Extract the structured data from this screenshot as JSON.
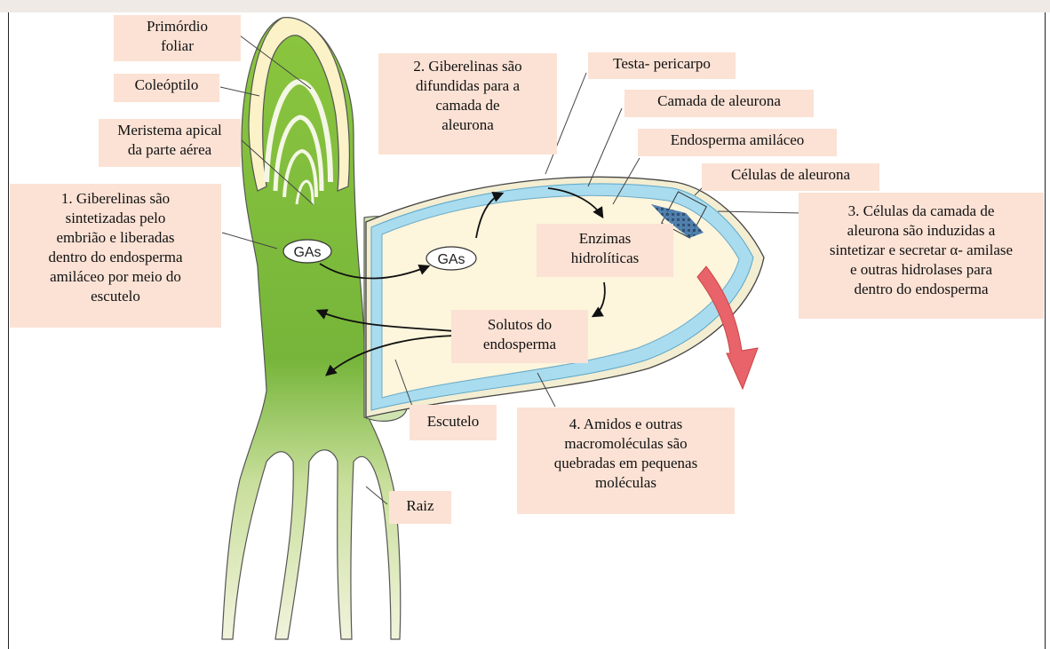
{
  "labels": {
    "primordio": "Primórdio\nfoliar",
    "coleoptilo": "Coleóptilo",
    "meristema": "Meristema apical\nda parte aérea",
    "step1": "1. Giberelinas são\nsintetizadas pelo\nembrião e liberadas\ndentro do endosperma\namiláceo por meio do\nescutelo",
    "step2": "2. Giberelinas são\ndifundidas para a\ncamada de\naleurona",
    "testa": "Testa- pericarpo",
    "camada": "Camada de aleurona",
    "endosperma": "Endosperma amiláceo",
    "celulas": "Células de aleurona",
    "step3": "3. Células da camada de\naleurona são induzidas a\nsintetizar e secretar α- amilase\ne outras hidrolases para\ndentro do endosperma",
    "enzimas": "Enzimas\nhidrolíticas",
    "solutos": "Solutos do\nendosperma",
    "escutelo": "Escutelo",
    "step4": "4. Amidos e outras\nmacromoléculas são\nquebradas em pequenas\nmoléculas",
    "raiz": "Raiz"
  },
  "gas_label": "GAs",
  "colors": {
    "label_bg": "#fbe2d5",
    "seedling_green": "#7cc242",
    "endosperm": "#fdf5dc",
    "aleurone": "#a9dcef",
    "scutellum": "#cfe3b0",
    "arrow_red": "#e8636a"
  }
}
